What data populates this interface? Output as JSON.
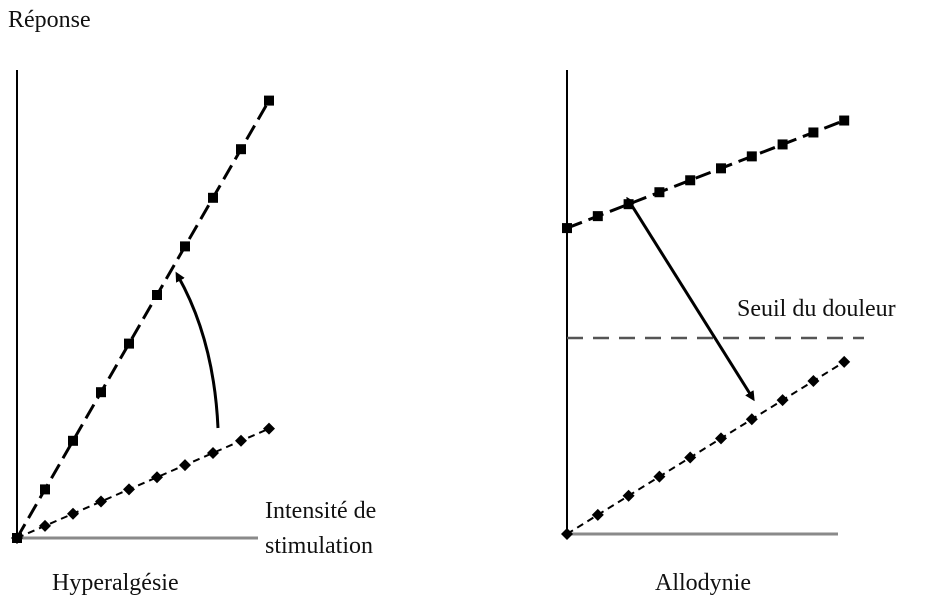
{
  "ylabel": "Réponse",
  "chart_data": [
    {
      "type": "line",
      "title": "Hyperalgésie",
      "xlabel_lines": [
        "Intensité de",
        "stimulation"
      ],
      "xlim": [
        0,
        10
      ],
      "ylim": [
        0,
        20
      ],
      "series": [
        {
          "marker": "square",
          "style": "long-dash",
          "x": [
            0,
            1,
            2,
            3,
            4,
            5,
            6,
            7,
            8,
            9
          ],
          "y": [
            0,
            2,
            4,
            6,
            8,
            10,
            12,
            14,
            16,
            18
          ]
        },
        {
          "marker": "diamond",
          "style": "short-dash",
          "x": [
            0,
            1,
            2,
            3,
            4,
            5,
            6,
            7,
            8,
            9
          ],
          "y": [
            0,
            0.5,
            1,
            1.5,
            2,
            2.5,
            3,
            3.5,
            4,
            4.5
          ]
        }
      ]
    },
    {
      "type": "line",
      "title": "Allodynie",
      "threshold_label": "Seuil du douleur",
      "threshold": 8.2,
      "xlim": [
        0,
        10
      ],
      "ylim": [
        0,
        20
      ],
      "series": [
        {
          "marker": "square",
          "style": "long-dash",
          "x": [
            0,
            1,
            2,
            3,
            4,
            5,
            6,
            7,
            8,
            9
          ],
          "y": [
            12.8,
            13.3,
            13.8,
            14.3,
            14.8,
            15.3,
            15.8,
            16.3,
            16.8,
            17.3
          ]
        },
        {
          "marker": "diamond",
          "style": "short-dash",
          "x": [
            0,
            1,
            2,
            3,
            4,
            5,
            6,
            7,
            8,
            9
          ],
          "y": [
            0,
            0.8,
            1.6,
            2.4,
            3.2,
            4.0,
            4.8,
            5.6,
            6.4,
            7.2
          ]
        }
      ]
    }
  ]
}
